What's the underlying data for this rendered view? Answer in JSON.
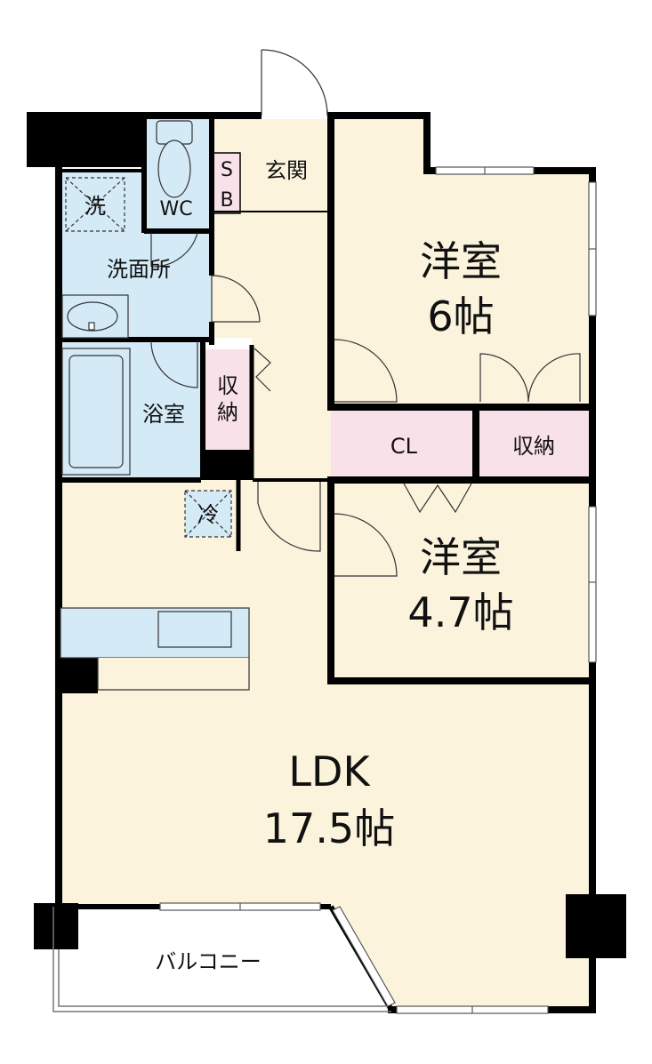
{
  "rooms": {
    "western_1": {
      "name": "洋室",
      "size": "6帖"
    },
    "western_2": {
      "name": "洋室",
      "size": "4.7帖"
    },
    "ldk": {
      "name": "LDK",
      "size": "17.5帖"
    },
    "entrance": {
      "name": "玄関"
    },
    "shoe_box": {
      "line1": "S",
      "line2": "B"
    },
    "wc": {
      "name": "WC"
    },
    "washroom": {
      "name": "洗面所"
    },
    "washer": {
      "name": "洗"
    },
    "bathroom": {
      "name": "浴室"
    },
    "storage_hall": {
      "line1": "収",
      "line2": "納"
    },
    "closet": {
      "name": "CL"
    },
    "storage_room": {
      "name": "収納"
    },
    "fridge": {
      "name": "冷"
    },
    "balcony": {
      "name": "バルコニー"
    }
  },
  "colors": {
    "floor": "#fbf3dc",
    "wet_area": "#d4eaf6",
    "storage": "#f9e1e9",
    "wall": "#000000"
  }
}
